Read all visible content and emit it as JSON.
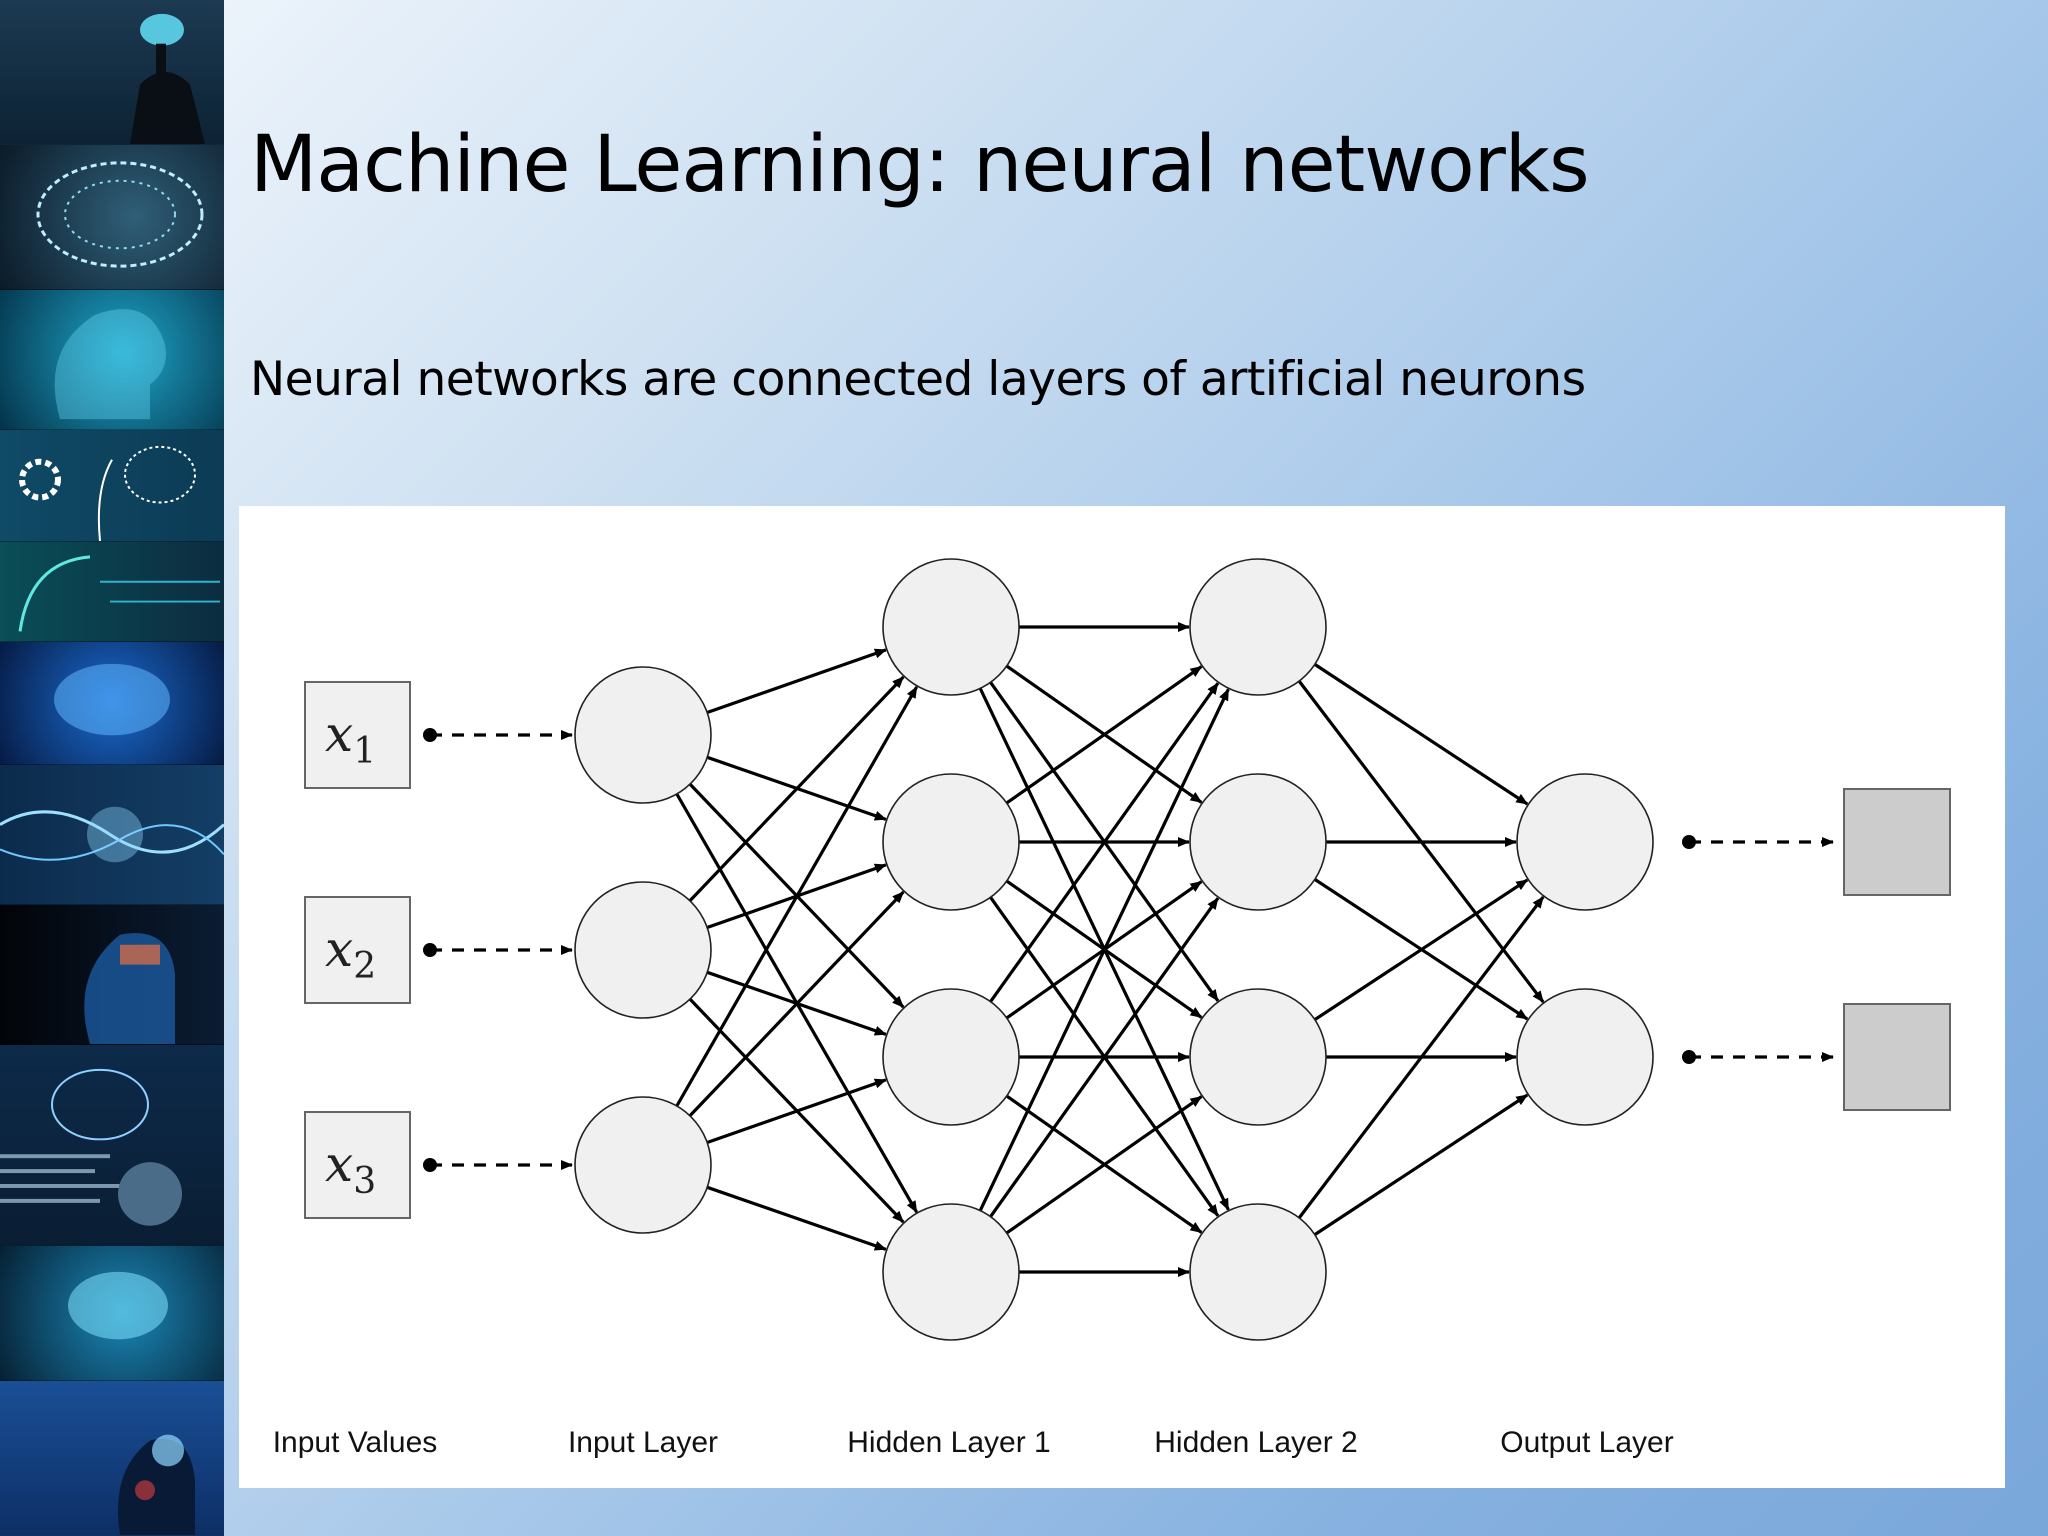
{
  "slide": {
    "title": "Machine Learning: neural networks",
    "subtitle": "Neural networks are connected layers of artificial neurons"
  },
  "diagram": {
    "input_values": [
      {
        "var": "x",
        "sub": "1"
      },
      {
        "var": "x",
        "sub": "2"
      },
      {
        "var": "x",
        "sub": "3"
      }
    ],
    "layers": [
      {
        "label": "Input Values",
        "nodes": 3
      },
      {
        "label": "Input Layer",
        "nodes": 3
      },
      {
        "label": "Hidden Layer 1",
        "nodes": 4
      },
      {
        "label": "Hidden Layer 2",
        "nodes": 4
      },
      {
        "label": "Output Layer",
        "nodes": 2
      }
    ],
    "outputs": 2,
    "colors": {
      "node_fill": "#f0f0f0",
      "output_box_fill": "#cccccc",
      "input_box_fill": "#f0f0f0",
      "edge": "#000000"
    }
  },
  "sidebar": {
    "images": [
      "brain-silhouette-image",
      "circuit-brain-image",
      "digital-head-image",
      "gear-brain-heads-image",
      "tech-face-image",
      "blue-brain-image",
      "circuit-lines-image",
      "glowing-head-image",
      "binary-head-image",
      "glowing-brain-image",
      "head-red-glow-image"
    ]
  }
}
